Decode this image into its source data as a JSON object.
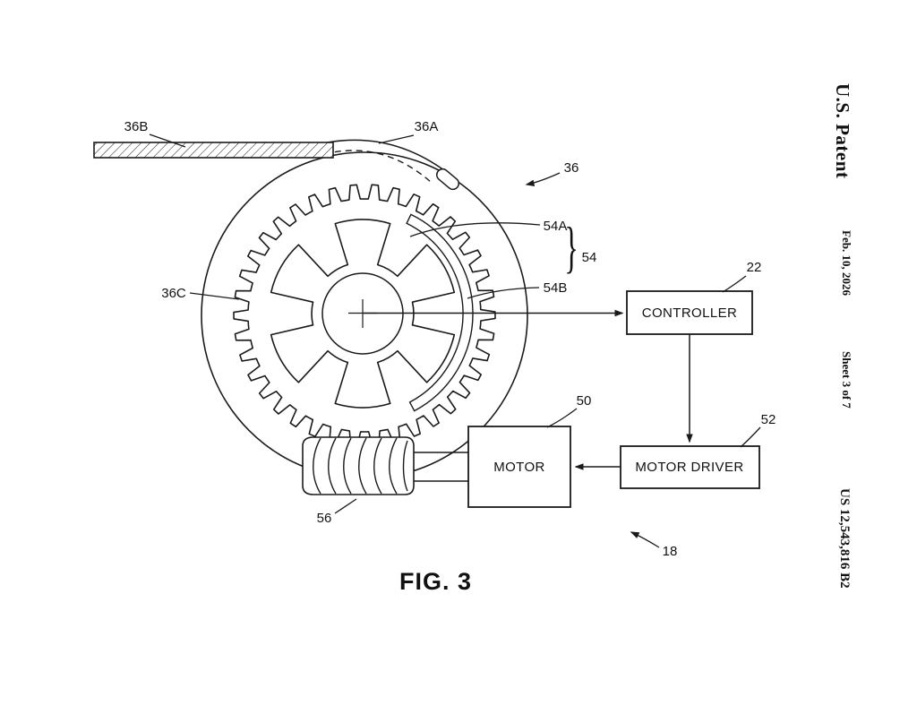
{
  "page": {
    "background": "#ffffff",
    "ink": "#1a1a1a"
  },
  "sidebar": {
    "title": "U.S. Patent",
    "date": "Feb. 10, 2026",
    "sheet": "Sheet 3 of 7",
    "publication_number": "US 12,543,816 B2"
  },
  "figure": {
    "caption": "FIG. 3"
  },
  "blocks": {
    "controller": "CONTROLLER",
    "motor": "MOTOR",
    "motor_driver": "MOTOR DRIVER"
  },
  "refs": {
    "r18": "18",
    "r22": "22",
    "r36": "36",
    "r36A": "36A",
    "r36B": "36B",
    "r36C": "36C",
    "r50": "50",
    "r52": "52",
    "r54": "54",
    "r54A": "54A",
    "r54B": "54B",
    "r56": "56"
  },
  "glyphs": {
    "brace": "}"
  }
}
